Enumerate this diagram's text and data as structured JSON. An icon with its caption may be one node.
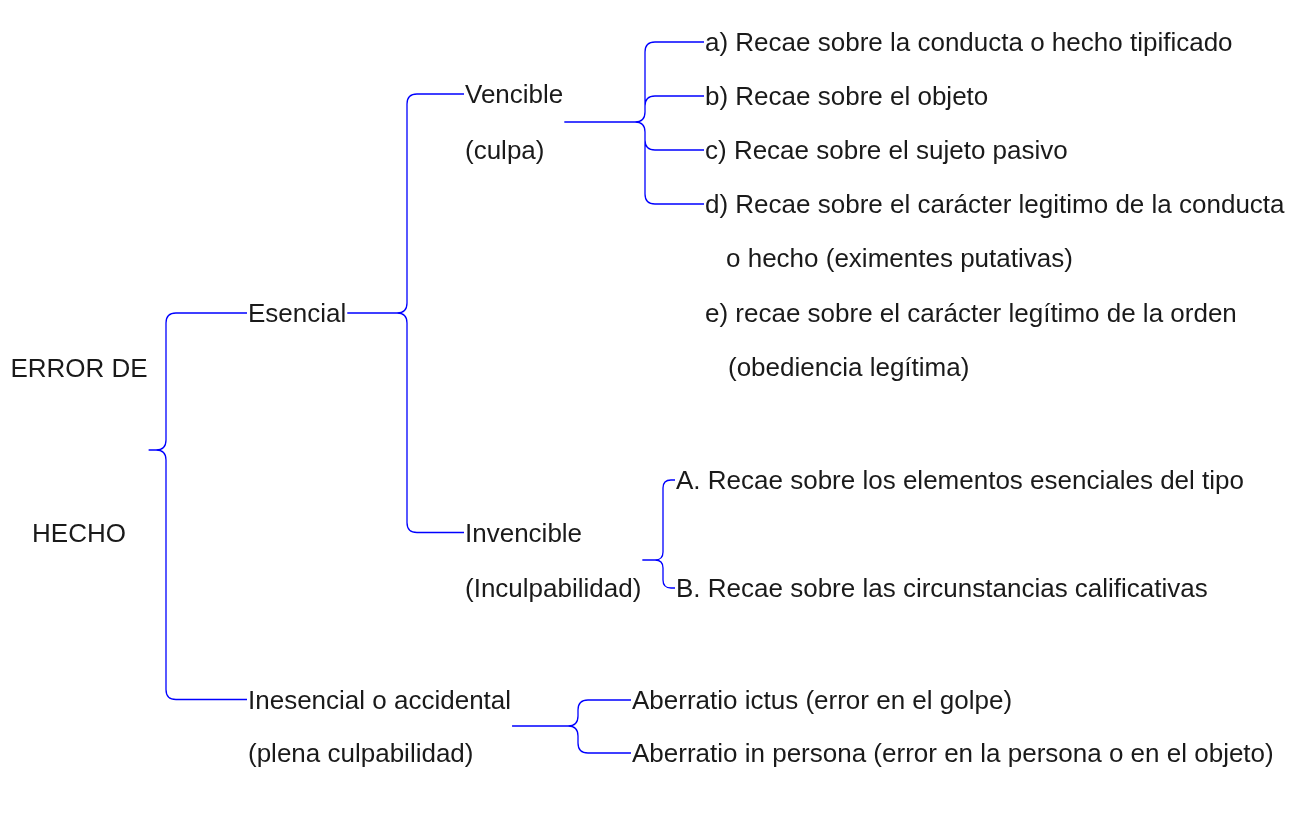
{
  "diagram": {
    "nodes": [
      {
        "text": [
          "ERROR DE HECHO"
        ]
      },
      {
        "text": [
          "Esencial"
        ]
      },
      {
        "text": [
          "Vencible (culpa)"
        ]
      },
      {
        "text": [
          "a) Recae sobre la conducta o hecho tipificado"
        ]
      },
      {
        "text": [
          "b) Recae sobre el objeto"
        ]
      },
      {
        "text": [
          "c) Recae sobre el sujeto pasivo"
        ]
      },
      {
        "text": [
          "d) Recae sobre el carácter legitimo de la conducta o hecho (eximentes putativas)"
        ]
      },
      {
        "text": [
          "Invencible (Inculpabilidad)"
        ]
      },
      {
        "text": [
          "A. Recae sobre los elementos esenciales del tipo"
        ]
      },
      {
        "text": [
          "B. Recae sobre las circunstancias calificativas"
        ]
      },
      {
        "text": [
          "Inesencial o accidental (plena culpabilidad)"
        ]
      },
      {
        "text": [
          "Aberratio ictus (error en el golpe)"
        ]
      },
      {
        "text": [
          "Aberratio in persona (error en la persona o en el objeto)"
        ]
      }
    ],
    "edges": [
      {
        "from": 0,
        "to": 1,
        "arrow": "none"
      },
      {
        "from": 0,
        "to": 10,
        "arrow": "none"
      },
      {
        "from": 1,
        "to": 2,
        "arrow": "none"
      },
      {
        "from": 1,
        "to": 7,
        "arrow": "none"
      },
      {
        "from": 2,
        "to": 3,
        "arrow": "none"
      },
      {
        "from": 2,
        "to": 4,
        "arrow": "none"
      },
      {
        "from": 2,
        "to": 5,
        "arrow": "none"
      },
      {
        "from": 2,
        "to": 6,
        "arrow": "none"
      },
      {
        "from": 7,
        "to": 8,
        "arrow": "none"
      },
      {
        "from": 7,
        "to": 9,
        "arrow": "none"
      },
      {
        "from": 10,
        "to": 11,
        "arrow": "none"
      },
      {
        "from": 10,
        "to": 12,
        "arrow": "none"
      }
    ],
    "labels": [
      "e) recae sobre el carácter legítimo de la orden (obediencia legítima)"
    ]
  }
}
